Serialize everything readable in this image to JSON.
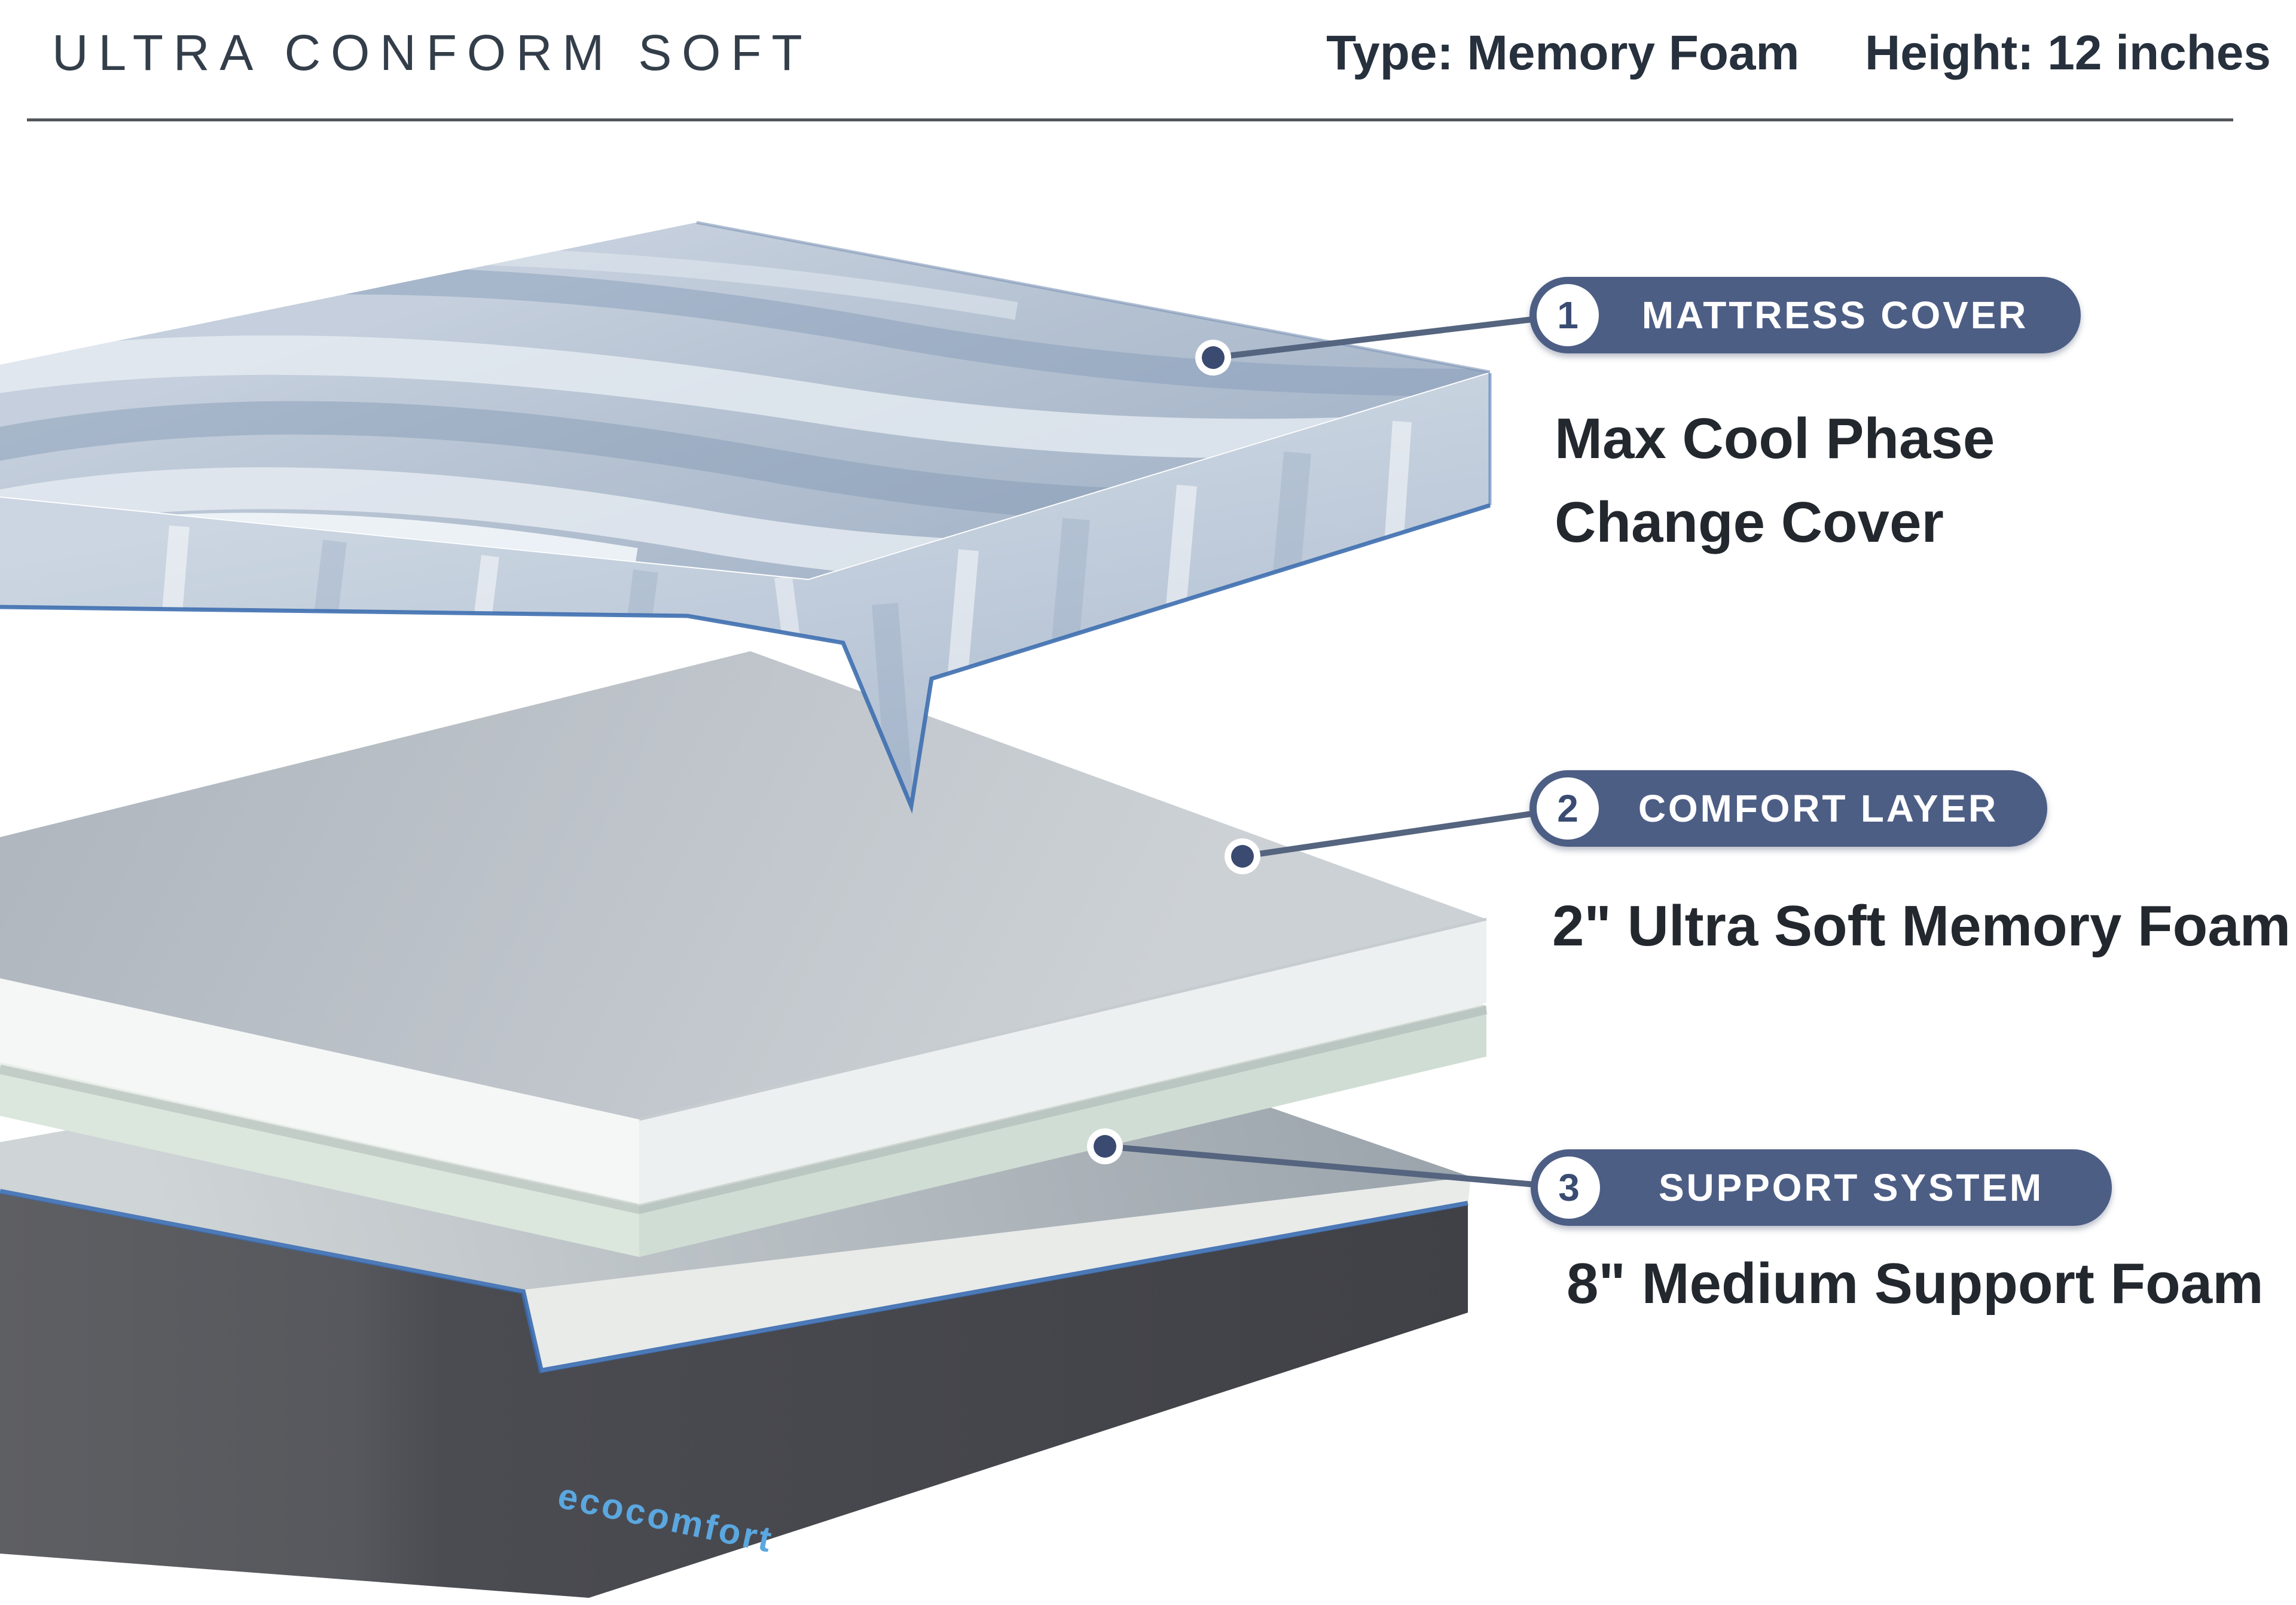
{
  "header": {
    "title": "ULTRA CONFORM SOFT",
    "spec_type_label": "Type:",
    "spec_type_value": "Memory Foam",
    "spec_height_label": "Height:",
    "spec_height_value": "12 inches"
  },
  "callouts": [
    {
      "number": "1",
      "label": "MATTRESS COVER",
      "description_lines": [
        "Max Cool Phase",
        "Change Cover"
      ]
    },
    {
      "number": "2",
      "label": "COMFORT LAYER",
      "description_lines": [
        "2\" Ultra Soft Memory Foam"
      ]
    },
    {
      "number": "3",
      "label": "SUPPORT SYSTEM",
      "description_lines": [
        "8\" Medium Support Foam"
      ]
    }
  ],
  "brand": {
    "logo_text": "ecocomfort"
  },
  "colors": {
    "badge_bg": "#4d5e85",
    "badge_number": "#3b4c72",
    "connector_line": "#55647f",
    "marker_dot": "#3a4a70",
    "cover_outline_blue": "#3e6fb0",
    "piping_blue": "#3a6cb0",
    "logo_blue": "#5ba7e0",
    "title_text": "#333e4a",
    "spec_text": "#27303d",
    "description_text": "#23272e",
    "divider": "#54585c",
    "base_fabric_dark": "#4c4d53"
  }
}
